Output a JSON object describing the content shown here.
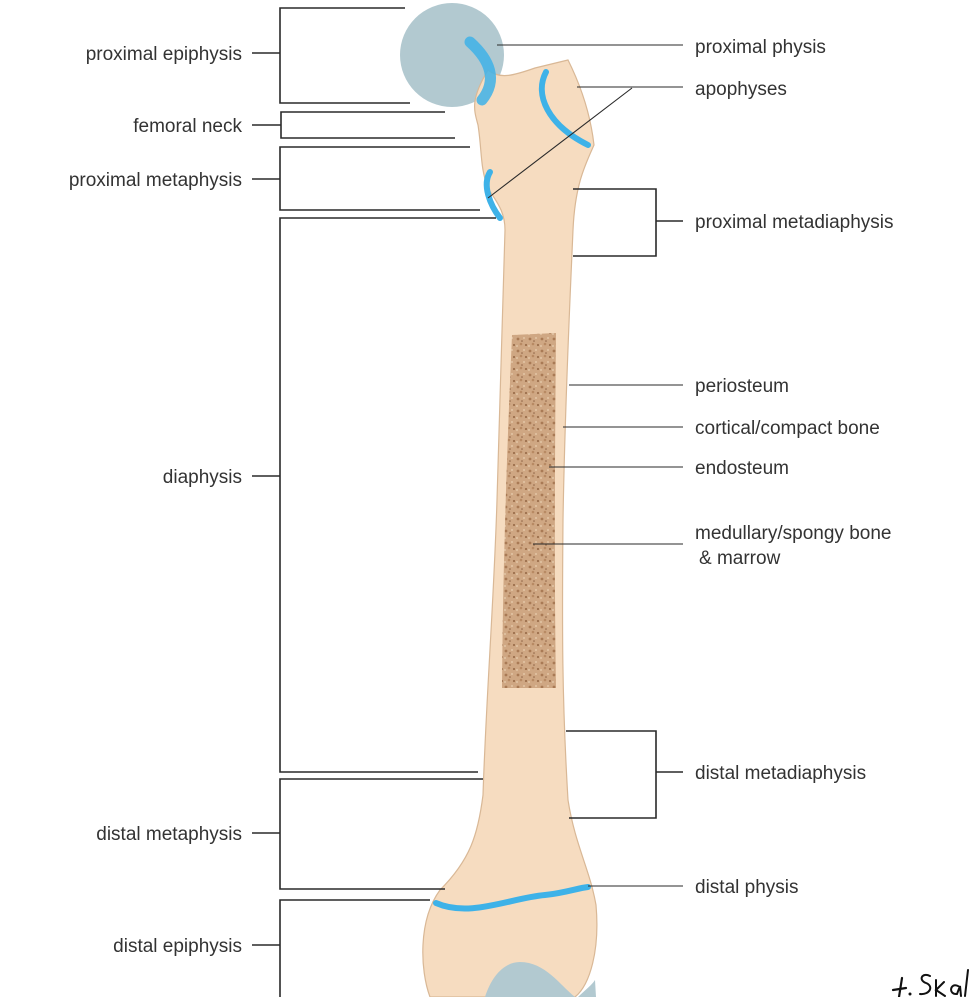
{
  "colors": {
    "bone": "#f6dcc0",
    "bone_outline": "#d9b896",
    "physis": "#3eb2e8",
    "articular_cartilage": "#b2c9d0",
    "marrow": "#c9a07e",
    "lines": "#2a2a2a",
    "text": "#333333"
  },
  "left_labels": {
    "proximal_epiphysis": "proximal epiphysis",
    "femoral_neck": "femoral neck",
    "proximal_metaphysis": "proximal metaphysis",
    "diaphysis": "diaphysis",
    "distal_metaphysis": "distal metaphysis",
    "distal_epiphysis": "distal epiphysis"
  },
  "right_labels": {
    "proximal_physis": "proximal physis",
    "apophyses": "apophyses",
    "proximal_metadiaphysis": "proximal metadiaphysis",
    "periosteum": "periosteum",
    "cortical_bone": "cortical/compact bone",
    "endosteum": "endosteum",
    "medullary_line1": "medullary/spongy bone",
    "medullary_line2": "& marrow",
    "distal_metadiaphysis": "distal metadiaphysis",
    "distal_physis": "distal physis"
  },
  "signature": "J. Skal"
}
